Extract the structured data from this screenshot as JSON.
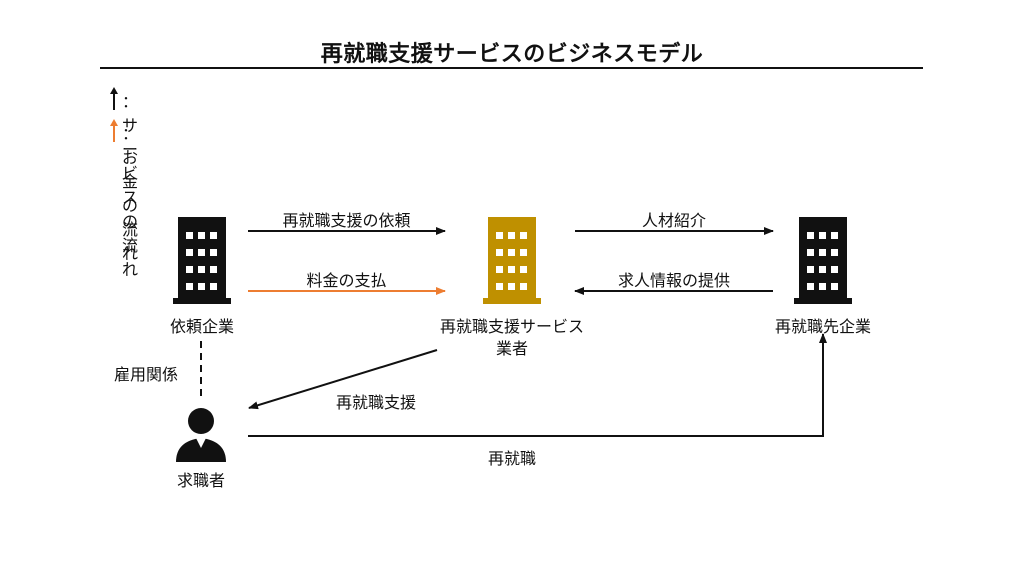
{
  "title": "再就職支援サービスのビジネスモデル",
  "legend": [
    {
      "text": "：サービスの流れ",
      "color": "#111111"
    },
    {
      "text": "：お金の流れ",
      "color": "#ed7d31"
    }
  ],
  "colors": {
    "service": "#111111",
    "money": "#ed7d31",
    "provider_building": "#bf9000",
    "building": "#111111"
  },
  "nodes": {
    "client_company": "依頼企業",
    "provider": "再就職支援サービス",
    "provider_line2": "業者",
    "new_employer": "再就職先企業",
    "job_seeker": "求職者"
  },
  "edges": {
    "request": "再就職支援の依頼",
    "payment": "料金の支払",
    "introduce": "人材紹介",
    "job_info": "求人情報の提供",
    "support": "再就職支援",
    "employment": "雇用関係",
    "reemployment": "再就職"
  }
}
